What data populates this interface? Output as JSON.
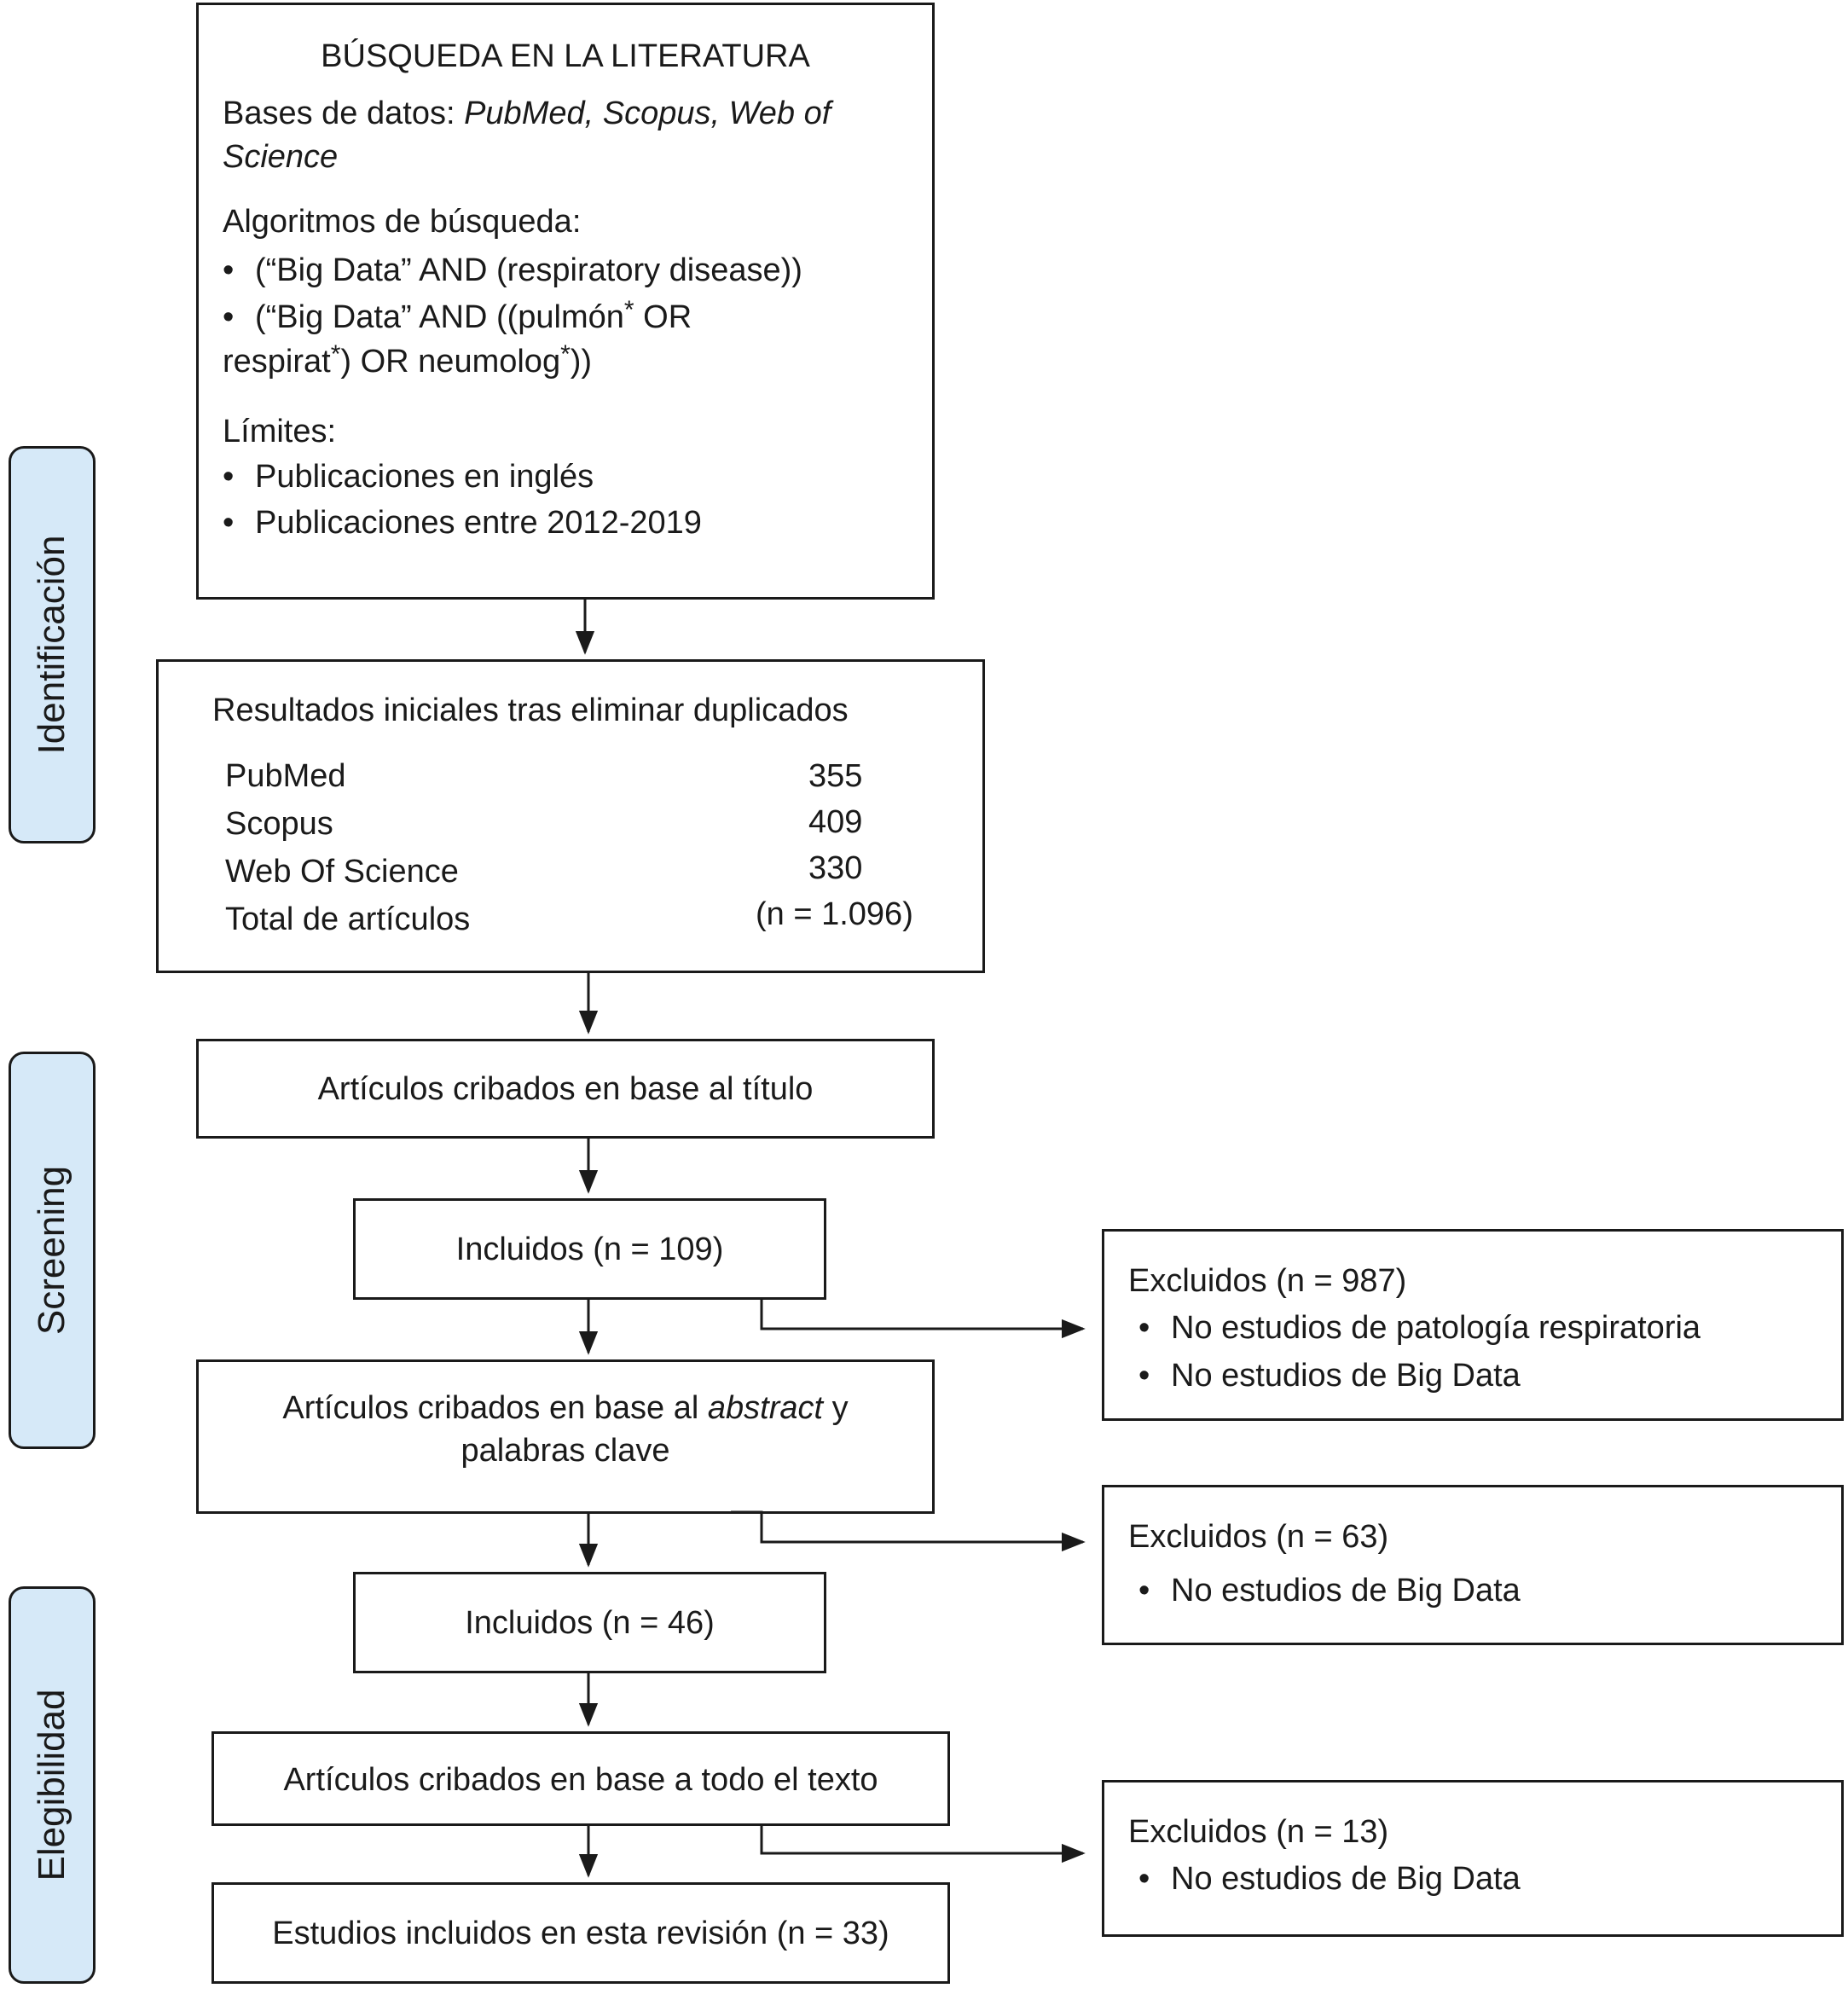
{
  "phases": {
    "identification": "Identificación",
    "screening": "Screening",
    "eligibility": "Elegibilidad"
  },
  "search": {
    "title": "BÚSQUEDA EN LA LITERATURA",
    "databases_label": "Bases de datos:",
    "databases_line1": "PubMed, Scopus, Web of",
    "databases_line2": "Science",
    "algorithms_label": "Algoritmos de búsqueda:",
    "algorithm1": "(“Big Data” AND (respiratory disease))",
    "algorithm2_a": "(“Big Data” AND ((pulmón",
    "algorithm2_b": " OR",
    "algorithm2_c": "respirat",
    "algorithm2_d": ") OR neumolog",
    "algorithm2_e": "))",
    "asterisk": "*",
    "limits_label": "Límites:",
    "limit1": "Publicaciones en inglés",
    "limit2": "Publicaciones entre 2012-2019"
  },
  "results": {
    "title": "Resultados iniciales tras eliminar duplicados",
    "rows": [
      {
        "label": "PubMed",
        "value": "355"
      },
      {
        "label": "Scopus",
        "value": "409"
      },
      {
        "label": "Web Of Science",
        "value": "330"
      },
      {
        "label": "Total de artículos",
        "value": "(n = 1.096)"
      }
    ]
  },
  "steps": {
    "title_screen": "Artículos cribados en base al título",
    "included_109": "Incluidos (n = 109)",
    "abstract_a": "Artículos cribados en base al ",
    "abstract_b": "abstract",
    "abstract_c": " y",
    "abstract_line2": "palabras clave",
    "included_46": "Incluidos (n = 46)",
    "fulltext": "Artículos cribados en base a todo el texto",
    "final": "Estudios incluidos en esta revisión (n = 33)"
  },
  "excluded": [
    {
      "title": "Excluidos (n = 987)",
      "reasons": [
        "No estudios de patología respiratoria",
        "No estudios de Big Data"
      ]
    },
    {
      "title": "Excluidos (n = 63)",
      "reasons": [
        "No estudios de Big Data"
      ]
    },
    {
      "title": "Excluidos (n = 13)",
      "reasons": [
        "No estudios de Big Data"
      ]
    }
  ]
}
